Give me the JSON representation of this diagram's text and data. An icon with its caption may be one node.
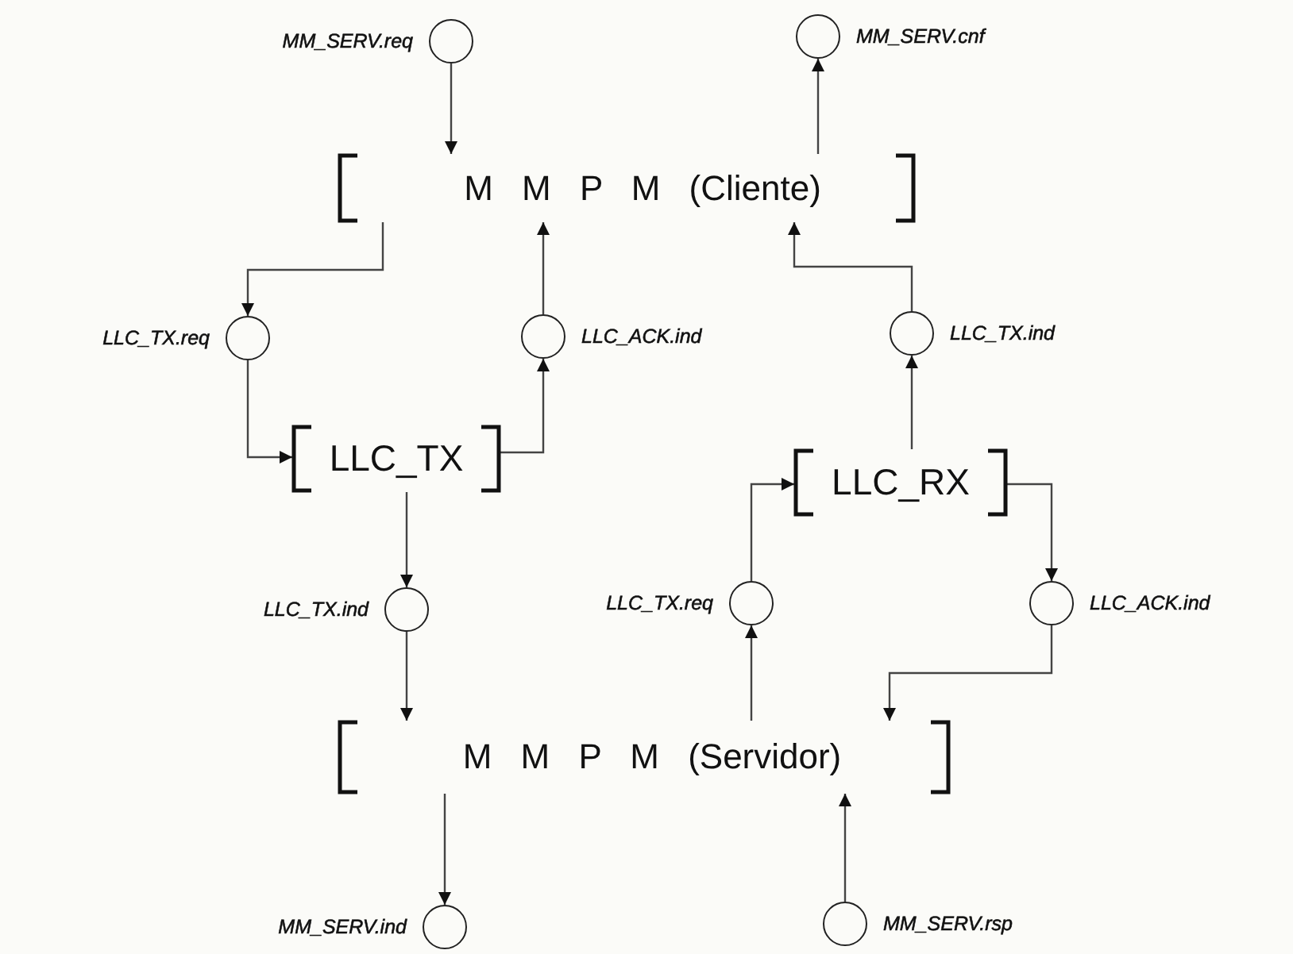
{
  "diagram": {
    "nodes": [
      {
        "text": [],
        "shape": "circle",
        "beside": [
          "MM_SERV.req"
        ]
      },
      {
        "text": [],
        "shape": "circle",
        "beside": [
          "MM_SERV.cnf"
        ]
      },
      {
        "text": [
          "M M P M (Cliente)"
        ]
      },
      {
        "text": [],
        "shape": "circle",
        "beside": [
          "LLC_TX.req"
        ]
      },
      {
        "text": [],
        "shape": "circle",
        "beside": [
          "LLC_ACK.ind"
        ]
      },
      {
        "text": [],
        "shape": "circle",
        "beside": [
          "LLC_TX.ind"
        ]
      },
      {
        "text": [
          "LLC_TX"
        ]
      },
      {
        "text": [
          "LLC_RX"
        ]
      },
      {
        "text": [],
        "shape": "circle",
        "beside": [
          "LLC_TX.ind"
        ]
      },
      {
        "text": [],
        "shape": "circle",
        "beside": [
          "LLC_TX.req"
        ]
      },
      {
        "text": [],
        "shape": "circle",
        "beside": [
          "LLC_ACK.ind"
        ]
      },
      {
        "text": [
          "M M P M (Servidor)"
        ]
      },
      {
        "text": [],
        "shape": "circle",
        "beside": [
          "MM_SERV.ind"
        ]
      },
      {
        "text": [],
        "shape": "circle",
        "beside": [
          "MM_SERV.rsp"
        ]
      }
    ],
    "edges": [
      {
        "from": 0,
        "to": 2,
        "arrow": "to"
      },
      {
        "from": 2,
        "to": 1,
        "arrow": "to"
      },
      {
        "from": 2,
        "to": 3,
        "arrow": "to"
      },
      {
        "from": 4,
        "to": 2,
        "arrow": "to"
      },
      {
        "from": 5,
        "to": 2,
        "arrow": "to"
      },
      {
        "from": 3,
        "to": 6,
        "arrow": "to"
      },
      {
        "from": 6,
        "to": 4,
        "arrow": "to"
      },
      {
        "from": 7,
        "to": 5,
        "arrow": "to"
      },
      {
        "from": 6,
        "to": 8,
        "arrow": "to"
      },
      {
        "from": 8,
        "to": 11,
        "arrow": "to"
      },
      {
        "from": 11,
        "to": 9,
        "arrow": "to"
      },
      {
        "from": 9,
        "to": 7,
        "arrow": "to"
      },
      {
        "from": 7,
        "to": 10,
        "arrow": "to"
      },
      {
        "from": 10,
        "to": 11,
        "arrow": "to"
      },
      {
        "from": 11,
        "to": 12,
        "arrow": "to"
      },
      {
        "from": 13,
        "to": 11,
        "arrow": "to"
      }
    ]
  }
}
